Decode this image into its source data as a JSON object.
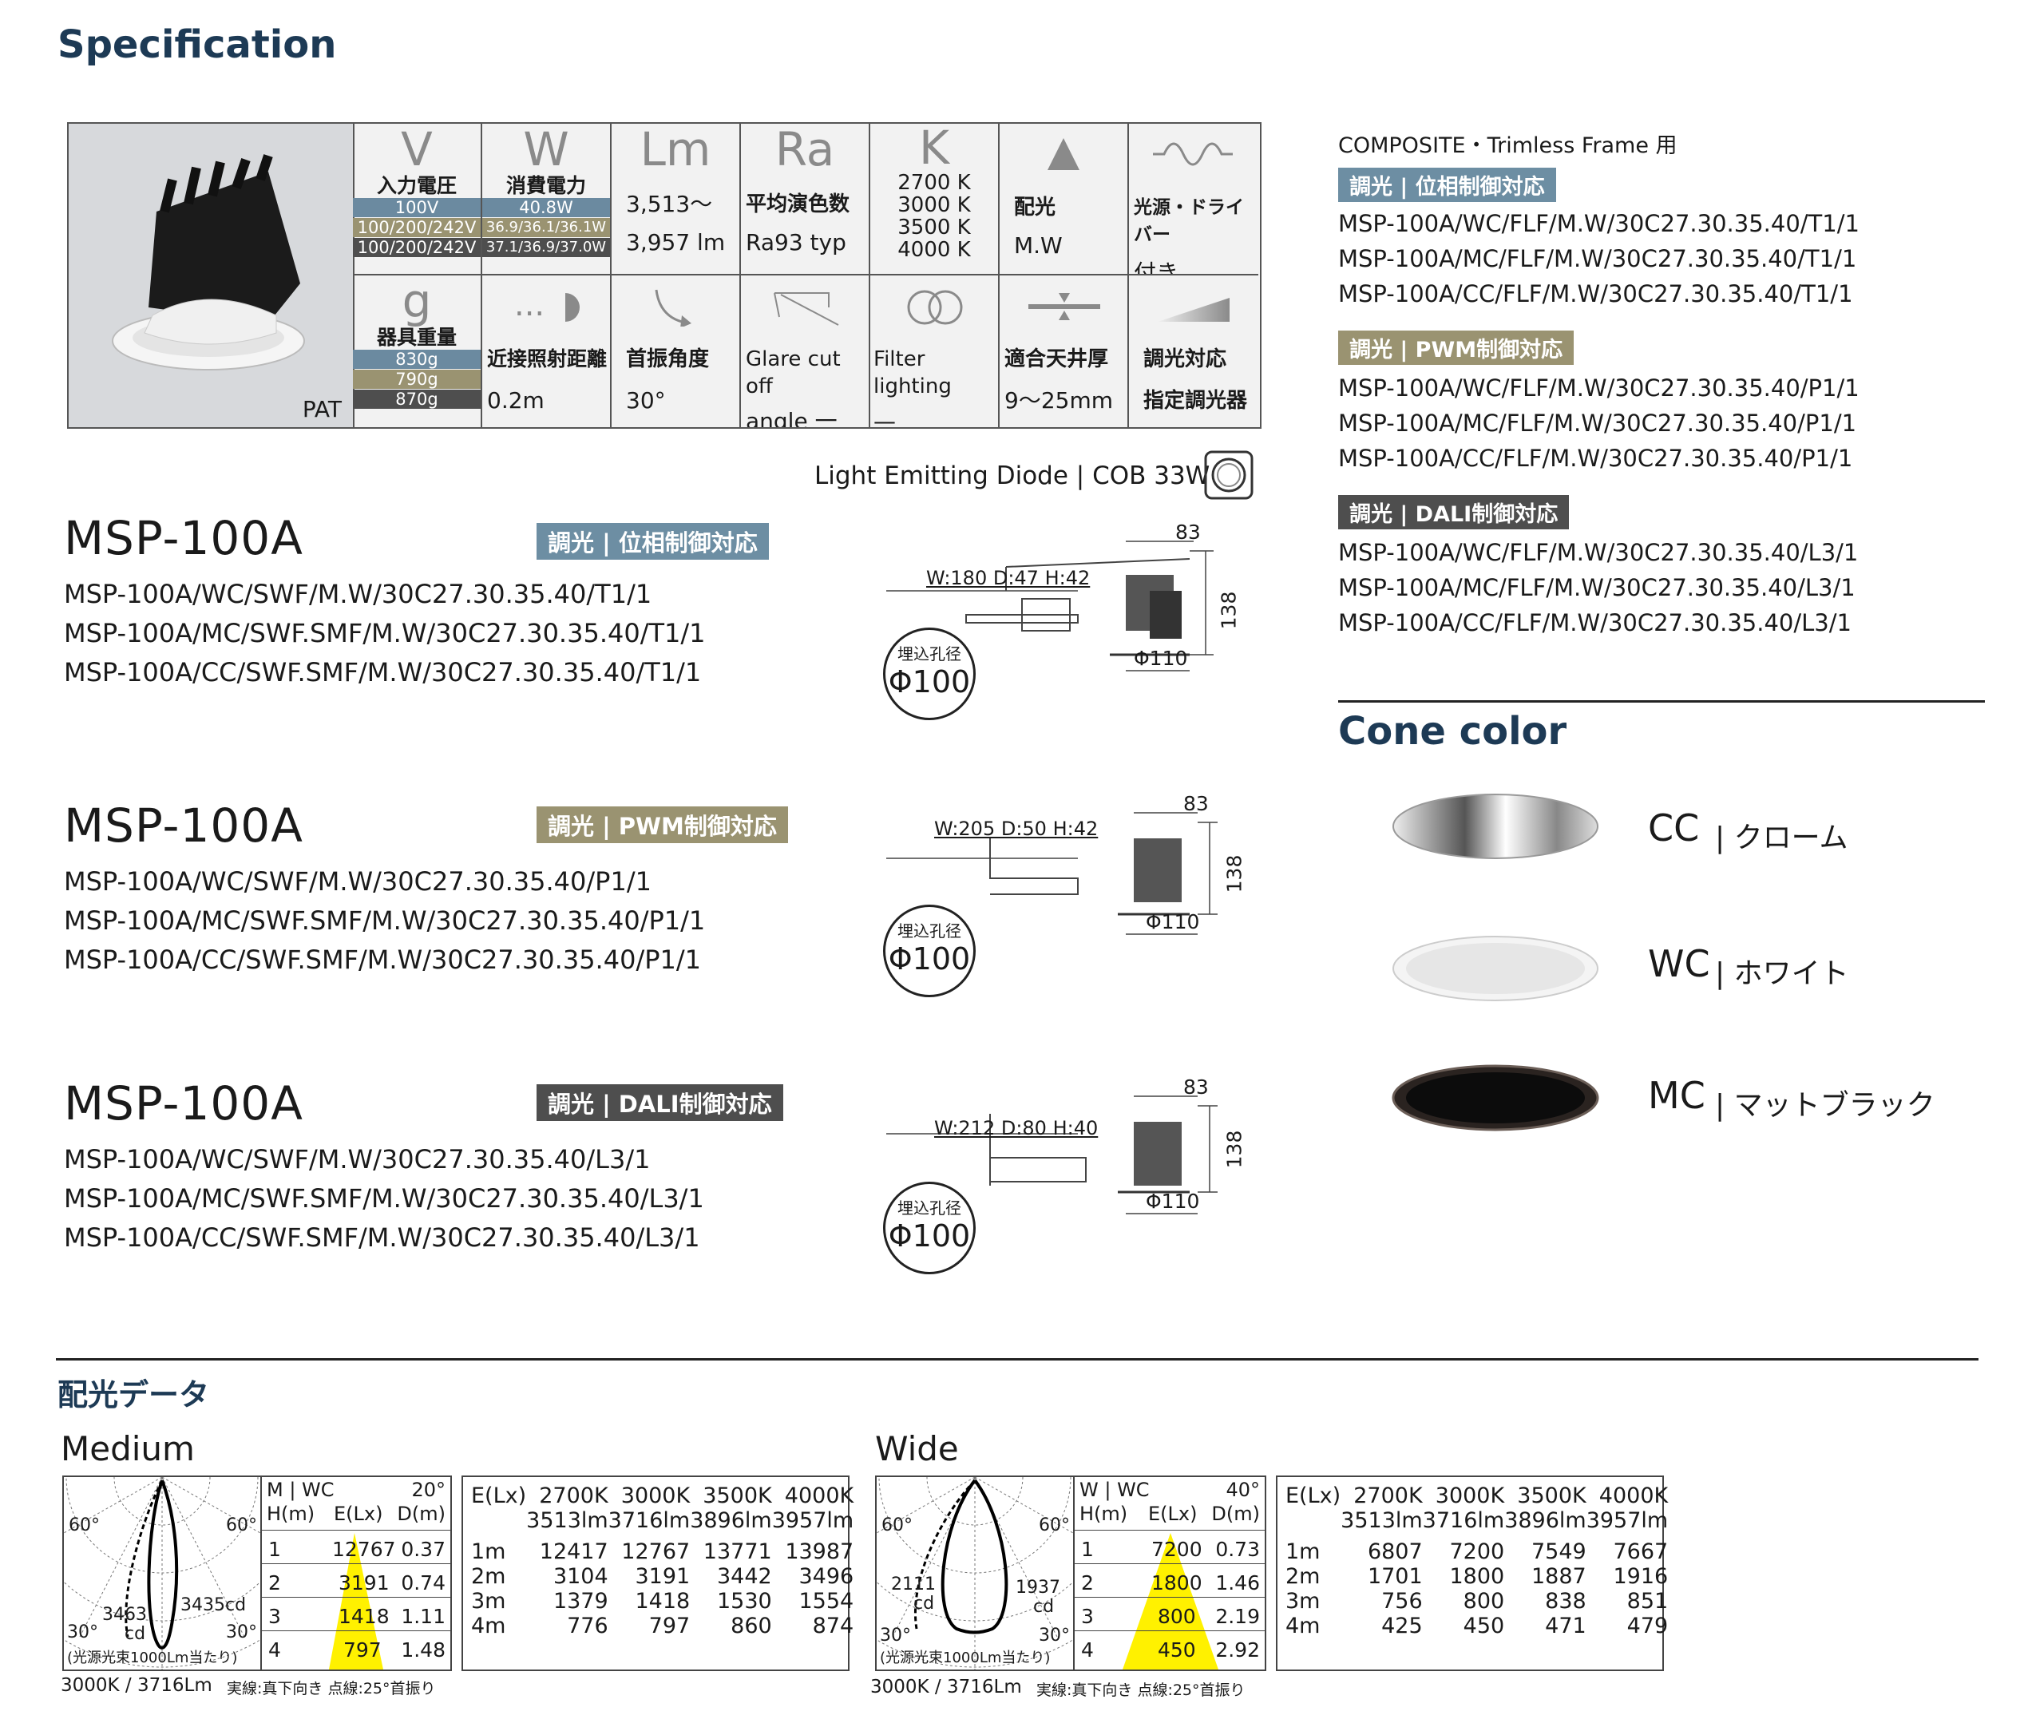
{
  "section_title": "Specification",
  "spec": {
    "photo_label": "PAT",
    "voltage": {
      "symbol": "V",
      "label": "入力電圧",
      "rows": [
        "100V",
        "100/200/242V",
        "100/200/242V"
      ]
    },
    "wattage": {
      "symbol": "W",
      "label": "消費電力",
      "rows": [
        "40.8W",
        "36.9/36.1/36.1W",
        "37.1/36.9/37.0W"
      ]
    },
    "lumen": {
      "symbol": "Lm",
      "line1": "3,513〜",
      "line2": "3,957 lm"
    },
    "ra": {
      "symbol": "Ra",
      "label": "平均演色数",
      "value": "Ra93 typ"
    },
    "kelvin": {
      "symbol": "K",
      "values": [
        "2700 K",
        "3000 K",
        "3500 K",
        "4000 K"
      ]
    },
    "distribution": {
      "label": "配光",
      "value": "M.W"
    },
    "driver": {
      "label": "光源・ドライバー",
      "value": "付き"
    },
    "weight": {
      "symbol": "g",
      "label": "器具重量",
      "rows": [
        "830g",
        "790g",
        "870g"
      ]
    },
    "proximity": {
      "label": "近接照射距離",
      "value": "0.2m"
    },
    "swing": {
      "label": "首振角度",
      "value": "30°"
    },
    "glare": {
      "label": "Glare cut off",
      "value": "angle 一"
    },
    "filter": {
      "label": "Filter lighting",
      "value": "—"
    },
    "ceiling": {
      "label": "適合天井厚",
      "value": "9〜25mm"
    },
    "dimming": {
      "label": "調光対応",
      "value": "指定調光器"
    }
  },
  "light_source": "Light Emitting Diode | COB 33W",
  "models": [
    {
      "name": "MSP-100A",
      "tag": "調光 | 位相制御対応",
      "codes": [
        "MSP-100A/WC/SWF/M.W/30C27.30.35.40/T1/1",
        "MSP-100A/MC/SWF.SMF/M.W/30C27.30.35.40/T1/1",
        "MSP-100A/CC/SWF.SMF/M.W/30C27.30.35.40/T1/1"
      ],
      "dims": "W:180 D:47 H:42"
    },
    {
      "name": "MSP-100A",
      "tag": "調光 | PWM制御対応",
      "codes": [
        "MSP-100A/WC/SWF/M.W/30C27.30.35.40/P1/1",
        "MSP-100A/MC/SWF.SMF/M.W/30C27.30.35.40/P1/1",
        "MSP-100A/CC/SWF.SMF/M.W/30C27.30.35.40/P1/1"
      ],
      "dims": "W:205 D:50 H:42"
    },
    {
      "name": "MSP-100A",
      "tag": "調光 | DALI制御対応",
      "codes": [
        "MSP-100A/WC/SWF/M.W/30C27.30.35.40/L3/1",
        "MSP-100A/MC/SWF.SMF/M.W/30C27.30.35.40/L3/1",
        "MSP-100A/CC/SWF.SMF/M.W/30C27.30.35.40/L3/1"
      ],
      "dims": "W:212 D:80 H:40"
    }
  ],
  "drawing": {
    "dim_top": "83",
    "dim_side": "138",
    "dim_bottom": "Φ110",
    "hole_label": "埋込孔径",
    "hole_value": "Φ100"
  },
  "composite": {
    "title": "COMPOSITE・Trimless Frame 用",
    "groups": [
      {
        "tag": "調光 | 位相制御対応",
        "codes": [
          "MSP-100A/WC/FLF/M.W/30C27.30.35.40/T1/1",
          "MSP-100A/MC/FLF/M.W/30C27.30.35.40/T1/1",
          "MSP-100A/CC/FLF/M.W/30C27.30.35.40/T1/1"
        ]
      },
      {
        "tag": "調光 | PWM制御対応",
        "codes": [
          "MSP-100A/WC/FLF/M.W/30C27.30.35.40/P1/1",
          "MSP-100A/MC/FLF/M.W/30C27.30.35.40/P1/1",
          "MSP-100A/CC/FLF/M.W/30C27.30.35.40/P1/1"
        ]
      },
      {
        "tag": "調光 | DALI制御対応",
        "codes": [
          "MSP-100A/WC/FLF/M.W/30C27.30.35.40/L3/1",
          "MSP-100A/MC/FLF/M.W/30C27.30.35.40/L3/1",
          "MSP-100A/CC/FLF/M.W/30C27.30.35.40/L3/1"
        ]
      }
    ]
  },
  "cone": {
    "title": "Cone color",
    "items": [
      {
        "code": "CC",
        "name": "| クローム"
      },
      {
        "code": "WC",
        "name": "| ホワイト"
      },
      {
        "code": "MC",
        "name": "| マットブラック"
      }
    ]
  },
  "photometric_title": "配光データ",
  "medium": {
    "title": "Medium",
    "polar": {
      "left_angle": "60°",
      "right_angle": "60°",
      "left_cd": "3463",
      "right_cd": "3435cd",
      "cd": "cd",
      "bottom_left": "30°",
      "bottom_right": "30°",
      "footnote": "(光源光束1000Lm当たり)"
    },
    "head": {
      "left": "M | WC",
      "right": "20°",
      "h": "H(m)",
      "e": "E(Lx)",
      "d": "D(m)"
    },
    "rows": [
      {
        "h": "1",
        "e": "12767",
        "d": "0.37"
      },
      {
        "h": "2",
        "e": "3191",
        "d": "0.74"
      },
      {
        "h": "3",
        "e": "1418",
        "d": "1.11"
      },
      {
        "h": "4",
        "e": "797",
        "d": "1.48"
      }
    ],
    "table_head": {
      "c0": "E(Lx)",
      "c1": "2700K",
      "c2": "3000K",
      "c3": "3500K",
      "c4": "4000K",
      "l1": "3513lm",
      "l2": "3716lm",
      "l3": "3896lm",
      "l4": "3957lm"
    },
    "table": [
      [
        "1m",
        "12417",
        "12767",
        "13771",
        "13987"
      ],
      [
        "2m",
        "3104",
        "3191",
        "3442",
        "3496"
      ],
      [
        "3m",
        "1379",
        "1418",
        "1530",
        "1554"
      ],
      [
        "4m",
        "776",
        "797",
        "860",
        "874"
      ]
    ],
    "caption": "3000K / 3716Lm",
    "caption_note": "実線:真下向き 点線:25°首振り"
  },
  "wide": {
    "title": "Wide",
    "polar": {
      "left_angle": "60°",
      "right_angle": "60°",
      "left_cd": "2111",
      "right_cd": "1937",
      "cd": "cd",
      "bottom_left": "30°",
      "bottom_right": "30°",
      "footnote": "(光源光束1000Lm当たり)"
    },
    "head": {
      "left": "W | WC",
      "right": "40°",
      "h": "H(m)",
      "e": "E(Lx)",
      "d": "D(m)"
    },
    "rows": [
      {
        "h": "1",
        "e": "7200",
        "d": "0.73"
      },
      {
        "h": "2",
        "e": "1800",
        "d": "1.46"
      },
      {
        "h": "3",
        "e": "800",
        "d": "2.19"
      },
      {
        "h": "4",
        "e": "450",
        "d": "2.92"
      }
    ],
    "table_head": {
      "c0": "E(Lx)",
      "c1": "2700K",
      "c2": "3000K",
      "c3": "3500K",
      "c4": "4000K",
      "l1": "3513lm",
      "l2": "3716lm",
      "l3": "3896lm",
      "l4": "3957lm"
    },
    "table": [
      [
        "1m",
        "6807",
        "7200",
        "7549",
        "7667"
      ],
      [
        "2m",
        "1701",
        "1800",
        "1887",
        "1916"
      ],
      [
        "3m",
        "756",
        "800",
        "838",
        "851"
      ],
      [
        "4m",
        "425",
        "450",
        "471",
        "479"
      ]
    ],
    "caption": "3000K / 3716Lm",
    "caption_note": "実線:真下向き 点線:25°首振り"
  }
}
